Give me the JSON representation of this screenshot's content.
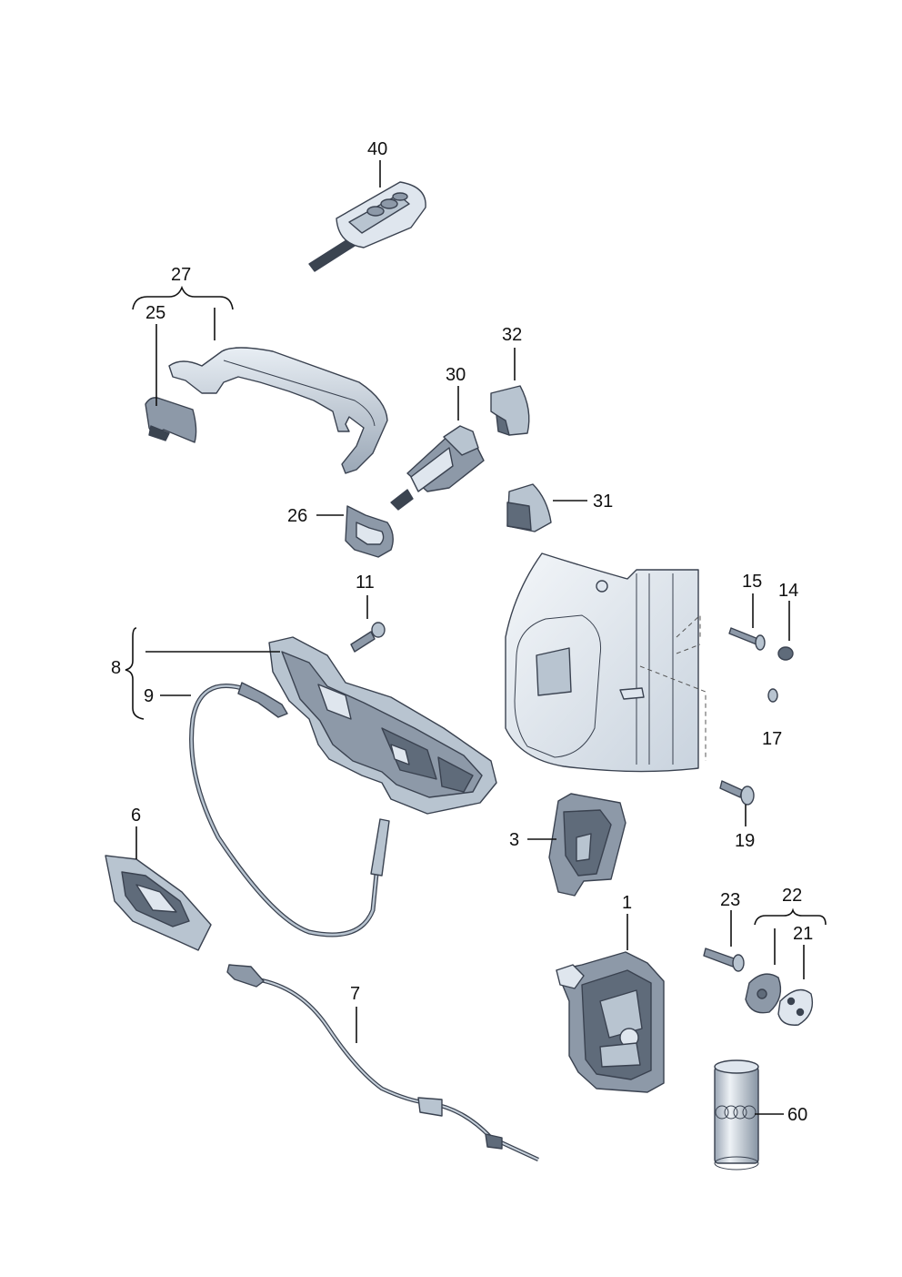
{
  "labels": {
    "n1": "1",
    "n3": "3",
    "n6": "6",
    "n7": "7",
    "n8": "8",
    "n9": "9",
    "n11": "11",
    "n14": "14",
    "n15": "15",
    "n17": "17",
    "n19": "19",
    "n21": "21",
    "n22": "22",
    "n23": "23",
    "n25": "25",
    "n26": "26",
    "n27": "27",
    "n30": "30",
    "n31": "31",
    "n32": "32",
    "n40": "40",
    "n60": "60"
  }
}
